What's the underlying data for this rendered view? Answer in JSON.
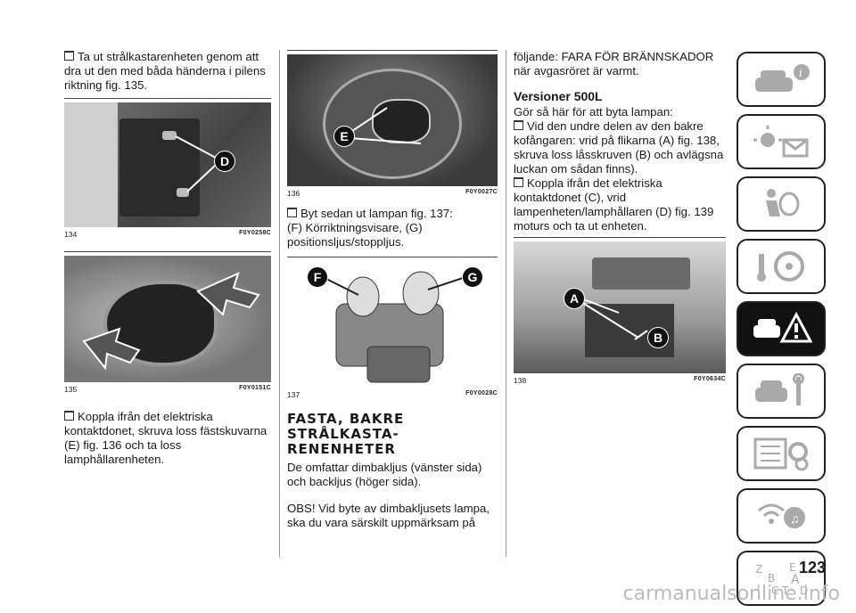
{
  "col1": {
    "p1": "Ta ut strålkastarenheten genom att dra ut den med båda händerna i pilens riktning fig. 135.",
    "fig134": {
      "num": "134",
      "code": "F0Y0258C",
      "marker": "D"
    },
    "fig135": {
      "num": "135",
      "code": "F0Y0151C"
    },
    "p2": "Koppla ifrån det elektriska kontaktdonet, skruva loss fästskuvarna (E) fig. 136 och ta loss lamphållarenheten."
  },
  "col2": {
    "fig136": {
      "num": "136",
      "code": "F0Y0027C",
      "marker": "E"
    },
    "p1": "Byt sedan ut lampan fig. 137:",
    "p1b": "(F) Körriktningsvisare, (G) positionsljus/stoppljus.",
    "fig137": {
      "num": "137",
      "code": "F0Y0028C",
      "marker_f": "F",
      "marker_g": "G"
    },
    "heading": "FASTA, BAKRE STRÅLKASTA-RENENHETER",
    "p2": "De omfattar dimbakljus (vänster sida) och backljus (höger sida).",
    "p3": "OBS! Vid byte av dimbakljusets lampa, ska du vara särskilt uppmärksam på"
  },
  "col3": {
    "p1": "följande: FARA FÖR BRÄNNSKADOR när avgasröret är varmt.",
    "subheading": "Versioner 500L",
    "p2": "Gör så här för att byta lampan:",
    "p3": "Vid den undre delen av den bakre kofångaren: vrid på flikarna (A) fig. 138, skruva loss låsskruven (B) och avlägsna luckan om sådan finns).",
    "p4": "Koppla ifrån det elektriska kontaktdonet (C), vrid lampenheten/lamphållaren (D) fig. 139 moturs och ta ut enheten.",
    "fig138": {
      "num": "138",
      "code": "F0Y0634C",
      "marker_a": "A",
      "marker_b": "B"
    }
  },
  "tabs": [
    {
      "icon": "car-info-icon",
      "active": false
    },
    {
      "icon": "lights-message-icon",
      "active": false
    },
    {
      "icon": "airbag-seat-icon",
      "active": false
    },
    {
      "icon": "key-steering-icon",
      "active": false
    },
    {
      "icon": "breakdown-warning-icon",
      "active": true
    },
    {
      "icon": "car-maintenance-icon",
      "active": false
    },
    {
      "icon": "specs-gears-icon",
      "active": false
    },
    {
      "icon": "multimedia-icon",
      "active": false
    },
    {
      "icon": "index-letters-icon",
      "active": false
    }
  ],
  "page_number": "123",
  "watermark": "carmanualsonline.info"
}
